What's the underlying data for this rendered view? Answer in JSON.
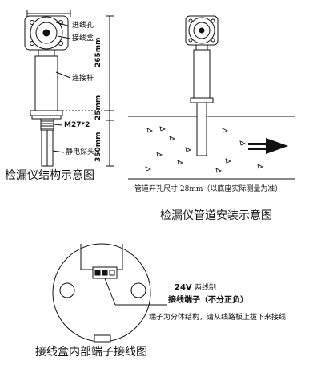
{
  "fig1": {
    "labels": {
      "inlet_hole": "进线孔",
      "junction_box": "接线盒",
      "connecting_rod": "连接杆",
      "thread": "M27*2",
      "probe": "静电探头"
    },
    "dimensions": {
      "total": "265mm",
      "thread_len": "25mm",
      "probe_len": "350mm"
    },
    "caption": "检漏仪结构示意图"
  },
  "fig2": {
    "note": "管道开孔尺寸 28mm（以底座实际测量为准）",
    "caption": "检漏仪管道安装示意图"
  },
  "fig3": {
    "voltage": "24V",
    "wire_type": "两线制",
    "terminal_label": "接线端子（不分正负）",
    "instruction": "端子为分体结构，请从线路板上拔下来接线",
    "caption": "接线盒内部端子接线图"
  }
}
